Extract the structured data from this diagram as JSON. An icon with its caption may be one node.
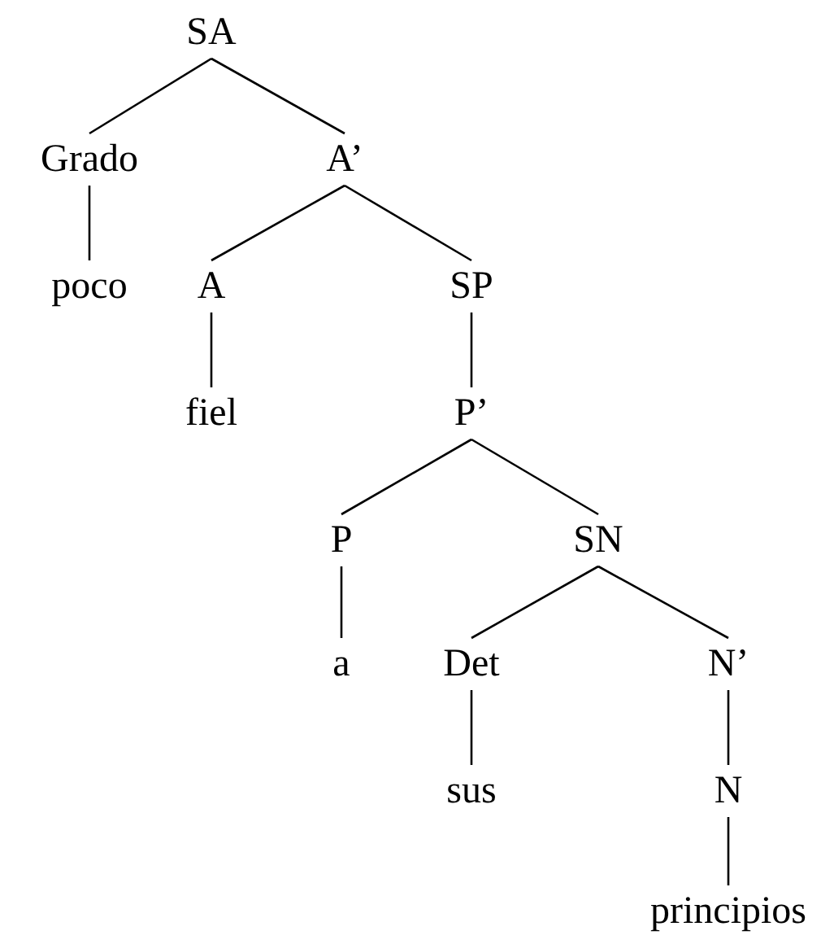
{
  "diagram": {
    "nodes": [
      {
        "text": [
          "SA"
        ]
      },
      {
        "text": [
          "Grado"
        ]
      },
      {
        "text": [
          "A’"
        ]
      },
      {
        "text": [
          "poco"
        ]
      },
      {
        "text": [
          "A"
        ]
      },
      {
        "text": [
          "SP"
        ]
      },
      {
        "text": [
          "fiel"
        ]
      },
      {
        "text": [
          "P’"
        ]
      },
      {
        "text": [
          "P"
        ]
      },
      {
        "text": [
          "SN"
        ]
      },
      {
        "text": [
          "a"
        ]
      },
      {
        "text": [
          "Det"
        ]
      },
      {
        "text": [
          "N’"
        ]
      },
      {
        "text": [
          "sus"
        ]
      },
      {
        "text": [
          "N"
        ]
      },
      {
        "text": [
          "principios"
        ]
      }
    ],
    "edges": [
      {
        "from": 0,
        "to": 1,
        "arrow": "none"
      },
      {
        "from": 0,
        "to": 2,
        "arrow": "none"
      },
      {
        "from": 1,
        "to": 3,
        "arrow": "none"
      },
      {
        "from": 2,
        "to": 4,
        "arrow": "none"
      },
      {
        "from": 2,
        "to": 5,
        "arrow": "none"
      },
      {
        "from": 4,
        "to": 6,
        "arrow": "none"
      },
      {
        "from": 5,
        "to": 7,
        "arrow": "none"
      },
      {
        "from": 7,
        "to": 8,
        "arrow": "none"
      },
      {
        "from": 7,
        "to": 9,
        "arrow": "none"
      },
      {
        "from": 8,
        "to": 10,
        "arrow": "none"
      },
      {
        "from": 9,
        "to": 11,
        "arrow": "none"
      },
      {
        "from": 9,
        "to": 12,
        "arrow": "none"
      },
      {
        "from": 11,
        "to": 13,
        "arrow": "none"
      },
      {
        "from": 12,
        "to": 14,
        "arrow": "none"
      },
      {
        "from": 14,
        "to": 15,
        "arrow": "none"
      }
    ]
  }
}
